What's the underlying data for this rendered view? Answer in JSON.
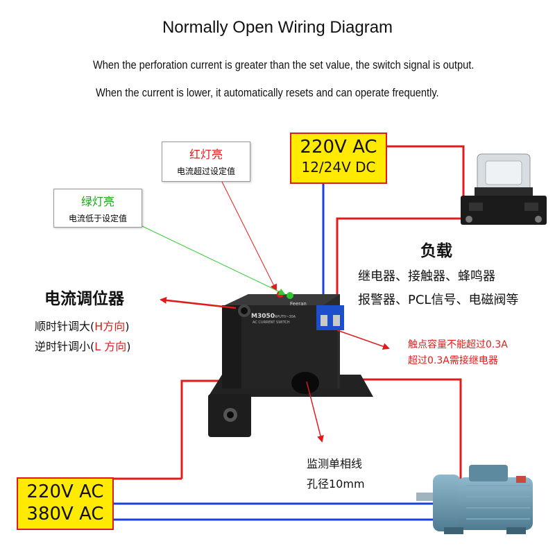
{
  "title": "Normally Open Wiring Diagram",
  "desc_line1": "When the perforation current is greater than the set value, the switch signal is output.",
  "desc_line2": "When the current is lower, it automatically resets and can operate frequently.",
  "red_light": {
    "title": "红灯亮",
    "text": "电流超过设定值"
  },
  "green_light": {
    "title": "绿灯亮",
    "text": "电流低于设定值"
  },
  "supply_top": {
    "line1": "220V AC",
    "line2": "12/24V DC"
  },
  "supply_bottom": {
    "line1": "220V AC",
    "line2": "380V AC"
  },
  "load": {
    "title": "负载",
    "line1": "继电器、接触器、蜂鸣器",
    "line2": "报警器、PCL信号、电磁阀等"
  },
  "potentiometer": {
    "title": "电流调位器",
    "cw_prefix": "顺时针调大(",
    "cw_dir": "H方向",
    "cw_suffix": ")",
    "ccw_prefix": "逆时针调小(",
    "ccw_dir": "L 方向",
    "ccw_suffix": ")"
  },
  "contact": {
    "line1": "触点容量不能超过0.3A",
    "line2": "超过0.3A需接继电器"
  },
  "monitor": {
    "line1": "监测单相线",
    "line2": "孔径10mm"
  },
  "device": {
    "model": "M3050",
    "brand": "Feeran",
    "type": "AC CURRENT SWITCH",
    "input": "INPUT0~30A"
  },
  "colors": {
    "wire_red": "#e01b1b",
    "wire_blue": "#1a3fe0",
    "arrow_green": "#33cc33",
    "box_yellow": "#ffea00"
  }
}
